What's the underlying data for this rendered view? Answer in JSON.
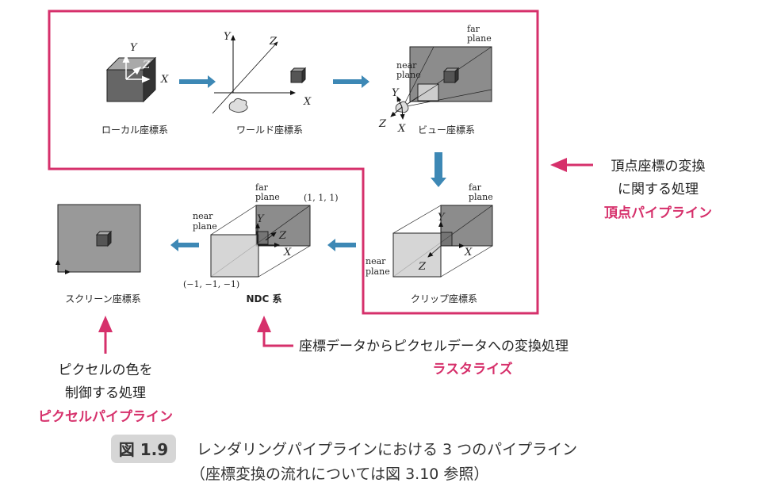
{
  "colors": {
    "accent_pink": "#d6306b",
    "flow_arrow_blue": "#3d88b5",
    "caption_box": "#d6d6d6"
  },
  "stages": {
    "local": {
      "label": "ローカル座標系",
      "axes": [
        "X",
        "Y",
        "Z"
      ]
    },
    "world": {
      "label": "ワールド座標系",
      "axes": [
        "X",
        "Y",
        "Z"
      ]
    },
    "view": {
      "label": "ビュー座標系",
      "axes": [
        "X",
        "Y",
        "Z"
      ],
      "far": [
        "far",
        "plane"
      ],
      "near": [
        "near",
        "plane"
      ]
    },
    "clip": {
      "label": "クリップ座標系",
      "axes": [
        "X",
        "Y",
        "Z"
      ],
      "far": [
        "far",
        "plane"
      ],
      "near": [
        "near",
        "plane"
      ]
    },
    "ndc": {
      "label": "NDC 系",
      "axes": [
        "X",
        "Y",
        "Z"
      ],
      "far": [
        "far",
        "plane"
      ],
      "near": [
        "near",
        "plane"
      ],
      "max_corner": "(1, 1, 1)",
      "min_corner": "(−1, −1, −1)"
    },
    "screen": {
      "label": "スクリーン座標系"
    }
  },
  "annotations": {
    "vertex": {
      "lines": [
        "頂点座標の変換",
        "に関する処理"
      ],
      "name": "頂点パイプライン"
    },
    "raster": {
      "lines": [
        "座標データからピクセルデータへの変換処理"
      ],
      "name": "ラスタライズ"
    },
    "pixel": {
      "lines": [
        "ピクセルの色を",
        "制御する処理"
      ],
      "name": "ピクセルパイプライン"
    }
  },
  "caption": {
    "number": "図 1.9",
    "title": "レンダリングパイプラインにおける 3 つのパイプライン",
    "subtitle": "（座標変換の流れについては図 3.10 参照）"
  }
}
